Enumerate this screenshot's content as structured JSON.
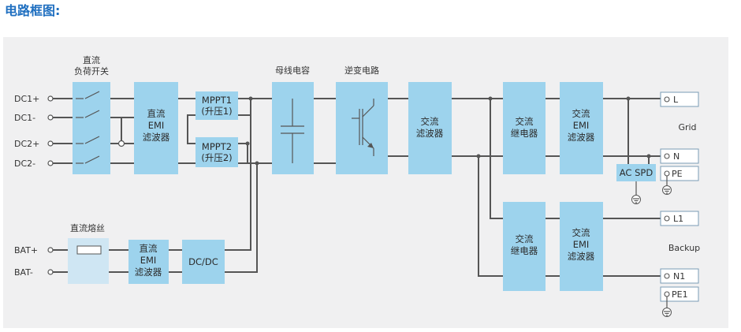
{
  "title": "电路框图:",
  "dc_load_switch": [
    "直流",
    "负荷开关"
  ],
  "dc_emi_filter": [
    "直流",
    "EMI",
    "滤波器"
  ],
  "mppt1": [
    "MPPT1",
    "(升压1)"
  ],
  "mppt2": [
    "MPPT2",
    "(升压2)"
  ],
  "bus_capacitor": "母线电容",
  "inverter": "逆变电路",
  "ac_filter": [
    "交流",
    "滤波器"
  ],
  "ac_relay_grid": [
    "交流",
    "继电器"
  ],
  "ac_emi_grid": [
    "交流",
    "EMI",
    "滤波器"
  ],
  "ac_relay_backup": [
    "交流",
    "继电器"
  ],
  "ac_emi_backup": [
    "交流",
    "EMI",
    "滤波器"
  ],
  "ac_spd": "AC SPD",
  "dc_fuse": "直流熔丝",
  "bat_emi_filter": [
    "直流",
    "EMI",
    "滤波器"
  ],
  "dcdc": "DC/DC",
  "inputs": {
    "dc1p": "DC1+",
    "dc1n": "DC1-",
    "dc2p": "DC2+",
    "dc2n": "DC2-",
    "batp": "BAT+",
    "batn": "BAT-"
  },
  "outputs": {
    "l": "L",
    "n": "N",
    "pe": "PE",
    "l1": "L1",
    "n1": "N1",
    "pe1": "PE1"
  },
  "grid_label": "Grid",
  "backup_label": "Backup",
  "colors": {
    "block": "#9dd3ed",
    "wire": "#555555",
    "title": "#1f6fc0",
    "panel": "#f0f0f1"
  }
}
